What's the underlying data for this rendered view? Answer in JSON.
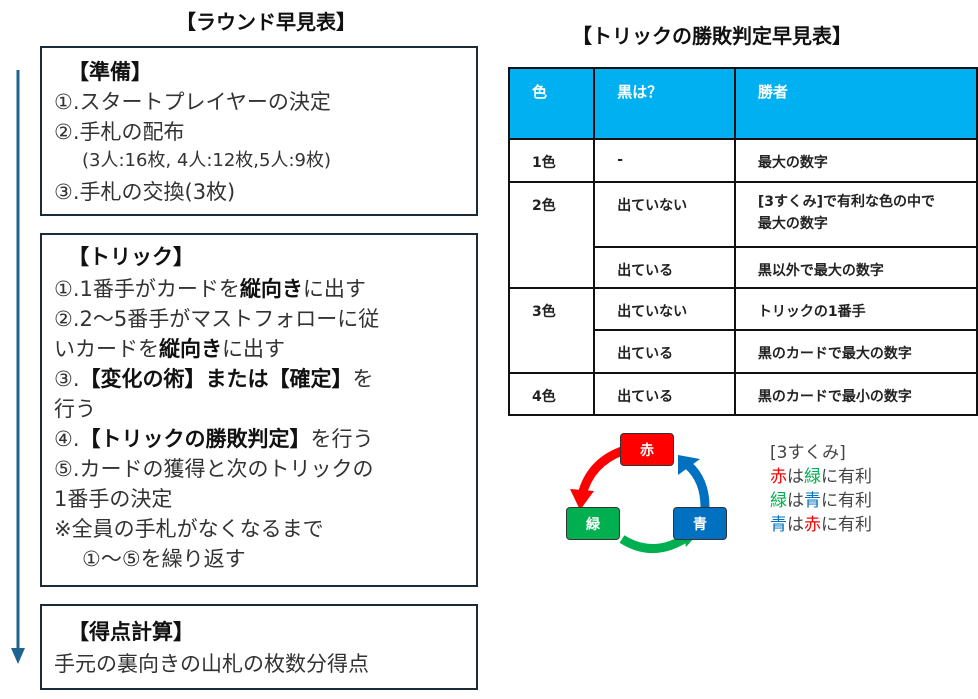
{
  "round": {
    "title": "【ラウンド早見表】",
    "prep": {
      "heading": "【準備】",
      "lines": [
        "①.スタートプレイヤーの決定",
        "②.手札の配布",
        "(3人:16枚, 4人:12枚,5人:9枚)",
        "③.手札の交換(3枚)"
      ]
    },
    "trick": {
      "heading": "【トリック】",
      "l1": [
        "①.1番手がカードを",
        "縦向き",
        "に出す"
      ],
      "l2": "②.2～5番手がマストフォローに従",
      "l3": [
        "いカードを",
        "縦向き",
        "に出す"
      ],
      "l4": [
        "③.",
        "【変化の術】または【確定】",
        "を"
      ],
      "l5": "行う",
      "l6": [
        "④.",
        "【トリックの勝敗判定】",
        "を行う"
      ],
      "l7": "⑤.カードの獲得と次のトリックの",
      "l8": "1番手の決定",
      "l9": "※全員の手札がなくなるまで",
      "l10": "①～⑤を繰り返す"
    },
    "score": {
      "heading": "【得点計算】",
      "line": "手元の裏向きの山札の枚数分得点"
    }
  },
  "judge": {
    "title": "【トリックの勝敗判定早見表】",
    "headers": [
      "色",
      "黒は？",
      "勝者"
    ],
    "rows": {
      "r1": {
        "color": "1色",
        "black": "-",
        "winner": "最大の数字"
      },
      "r2": {
        "color": "2色",
        "black": "出ていない",
        "winner": "[3すくみ]で有利な色の中で最大の数字"
      },
      "r3": {
        "black": "出ている",
        "winner": "黒以外で最大の数字"
      },
      "r4": {
        "color": "3色",
        "black": "出ていない",
        "winner": "トリックの1番手"
      },
      "r5": {
        "black": "出ている",
        "winner": "黒のカードで最大の数字"
      },
      "r6": {
        "color": "4色",
        "black": "出ている",
        "winner": "黒のカードで最小の数字"
      }
    },
    "header_color": "#00b0f0"
  },
  "sansukumi": {
    "cards": {
      "red": "赤",
      "green": "緑",
      "blue": "青"
    },
    "colors": {
      "red": "#ff0000",
      "green": "#00b050",
      "blue": "#0070c0"
    },
    "legend_title": "[3すくみ]",
    "l1": [
      "赤",
      "は",
      "緑",
      "に有利"
    ],
    "l2": [
      "緑",
      "は",
      "青",
      "に有利"
    ],
    "l3": [
      "青",
      "は",
      "赤",
      "に有利"
    ]
  }
}
